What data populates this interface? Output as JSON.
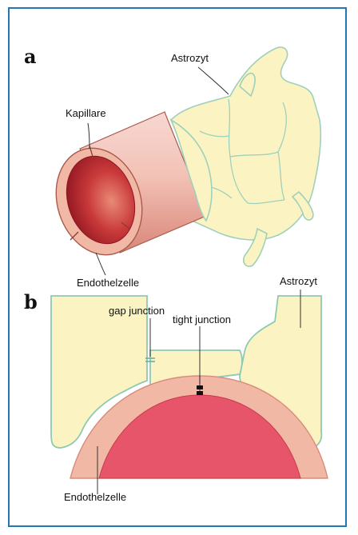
{
  "figure": {
    "panel_a": {
      "letter": "a",
      "labels": {
        "astrozyt": "Astrozyt",
        "kapillare": "Kapillare",
        "endothelzelle": "Endothelzelle"
      }
    },
    "panel_b": {
      "letter": "b",
      "labels": {
        "astrozyt": "Astrozyt",
        "gap_junction": "gap junction",
        "tight_junction": "tight junction",
        "endothelzelle": "Endothelzelle"
      }
    }
  },
  "colors": {
    "frame_border": "#1f78b8",
    "astrocyte_fill": "#fbf4c2",
    "astrocyte_stroke": "#8ec9b4",
    "endothel_fill": "#f2b8a6",
    "lumen_fill": "#e7556a",
    "capillary_dark": "#b8202c"
  }
}
